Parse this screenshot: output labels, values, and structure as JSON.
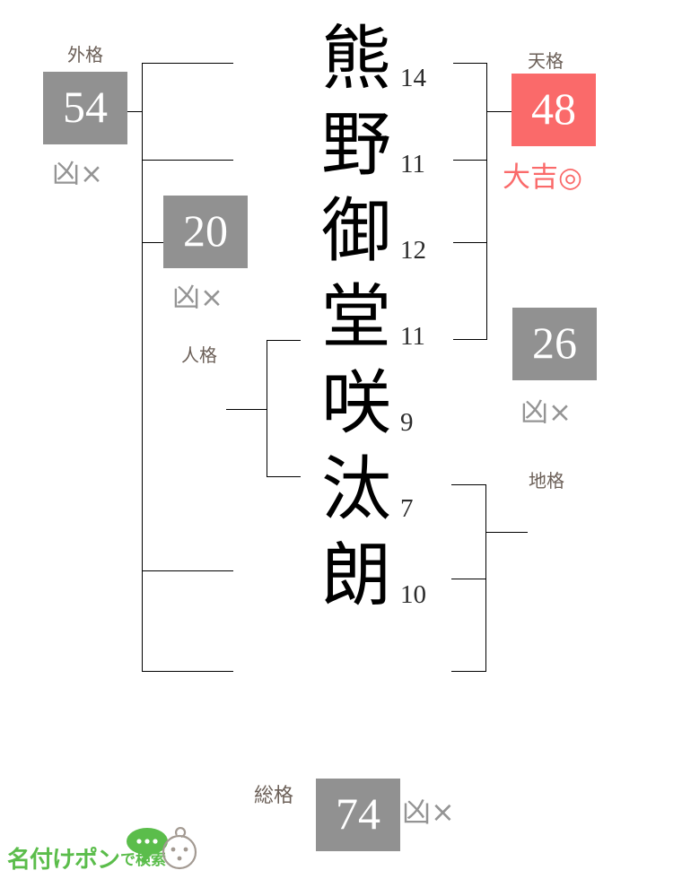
{
  "name": {
    "characters": [
      {
        "char": "熊",
        "strokes": "14"
      },
      {
        "char": "野",
        "strokes": "11"
      },
      {
        "char": "御",
        "strokes": "12"
      },
      {
        "char": "堂",
        "strokes": "11"
      },
      {
        "char": "咲",
        "strokes": "9"
      },
      {
        "char": "汰",
        "strokes": "7"
      },
      {
        "char": "朗",
        "strokes": "10"
      }
    ]
  },
  "kaku": {
    "gaikaku": {
      "label": "外格",
      "value": "54",
      "verdict": "凶×",
      "tone": "bad"
    },
    "jinkaku": {
      "label": "人格",
      "value": "20",
      "verdict": "凶×",
      "tone": "bad"
    },
    "tenkaku": {
      "label": "天格",
      "value": "48",
      "verdict": "大吉◎",
      "tone": "good"
    },
    "chuukaku": {
      "label": "",
      "value": "26",
      "verdict": "凶×",
      "tone": "bad"
    },
    "chikaku": {
      "label": "地格",
      "value": "",
      "verdict": "",
      "tone": "bad"
    },
    "soukaku": {
      "label": "総格",
      "value": "74",
      "verdict": "凶×",
      "tone": "bad"
    }
  },
  "colors": {
    "bad_box": "#919191",
    "good_box": "#fa6a6a",
    "good_text": "#fa6a6a",
    "bad_text": "#949494",
    "label_text": "#6b5f57",
    "brand_green": "#5bbd4b"
  },
  "logo": {
    "main": "名付けポン",
    "sub": "で検索"
  }
}
